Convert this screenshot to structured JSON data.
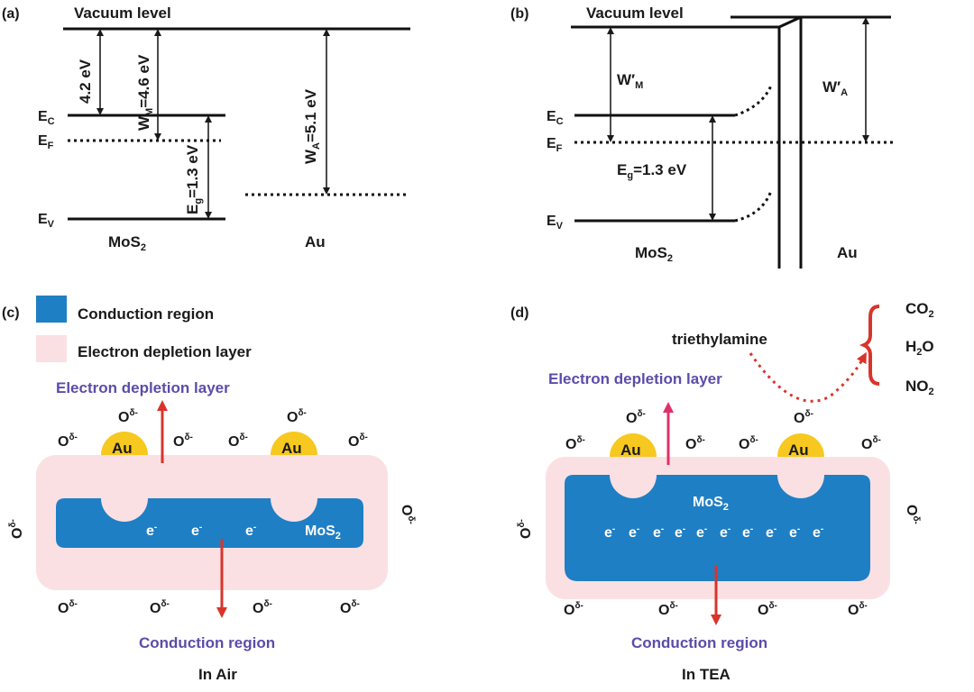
{
  "panel_a": {
    "tag": "(a)",
    "vacuum_level": "Vacuum level",
    "gap_42": "4.2 eV",
    "wm_main": "W",
    "wm_sub": "M",
    "wm_value": "=4.6 eV",
    "wa_main": "W",
    "wa_sub": "A",
    "wa_value": "=5.1 eV",
    "eg_main": "E",
    "eg_sub": "g",
    "eg_value": "=1.3 eV",
    "ec_main": "E",
    "ec_sub": "C",
    "ef_main": "E",
    "ef_sub": "F",
    "ev_main": "E",
    "ev_sub": "V",
    "mos2_main": "MoS",
    "mos2_sub": "2",
    "au": "Au"
  },
  "panel_b": {
    "tag": "(b)",
    "vacuum_level": "Vacuum level",
    "wm_main": "W′",
    "wm_sub": "M",
    "wa_main": "W′",
    "wa_sub": "A",
    "eg_main": "E",
    "eg_sub": "g",
    "eg_value": "=1.3 eV",
    "ec_main": "E",
    "ec_sub": "C",
    "ef_main": "E",
    "ef_sub": "F",
    "ev_main": "E",
    "ev_sub": "V",
    "mos2_main": "MoS",
    "mos2_sub": "2",
    "au": "Au"
  },
  "panel_c": {
    "tag": "(c)",
    "legend_conduction": "Conduction region",
    "legend_depletion": "Electron depletion layer",
    "arrow_top_label": "Electron depletion layer",
    "arrow_bottom_label": "Conduction region",
    "caption": "In Air",
    "au": "Au",
    "mos2_main": "MoS",
    "mos2_sub": "2",
    "electron": "e",
    "electron_sup": "-",
    "oxygen": "O",
    "oxygen_sup": "δ-"
  },
  "panel_d": {
    "tag": "(d)",
    "triethylamine": "triethylamine",
    "product_co2_main": "CO",
    "product_co2_sub": "2",
    "product_h2o_main": "H",
    "product_h2o_sub": "2",
    "product_h2o_end": "O",
    "product_no2_main": "NO",
    "product_no2_sub": "2",
    "arrow_top_label": "Electron depletion layer",
    "arrow_bottom_label": "Conduction region",
    "caption": "In TEA",
    "au": "Au",
    "mos2_main": "MoS",
    "mos2_sub": "2",
    "electron": "e",
    "electron_sup": "-",
    "oxygen": "O",
    "oxygen_sup": "δ-"
  },
  "colors": {
    "conduction": "#1f7fc4",
    "depletion": "#fbe0e3",
    "gold": "#f7c81f",
    "arrow_red": "#d9342b",
    "arrow_pink": "#e0306a",
    "label_purple": "#5b4da8"
  }
}
